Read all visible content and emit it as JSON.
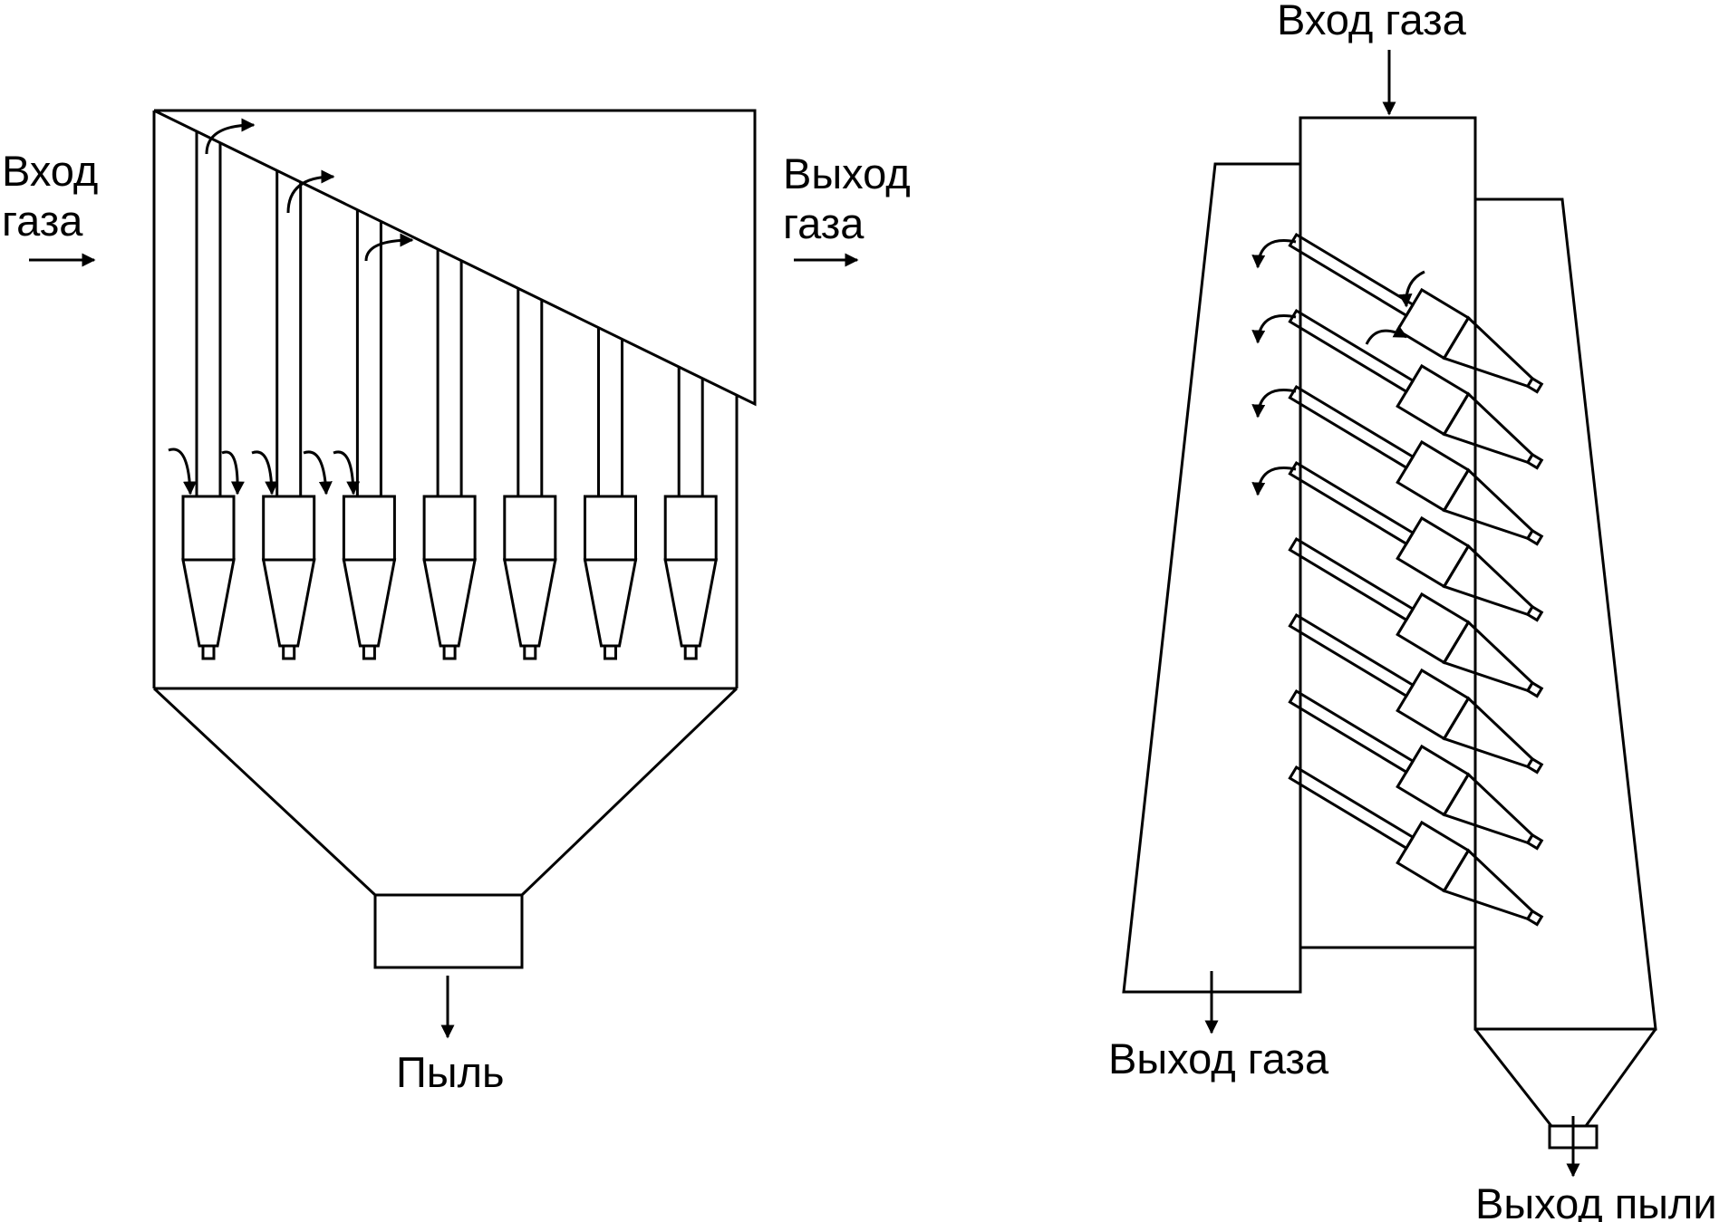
{
  "left_unit": {
    "inlet_label_line1": "Вход",
    "inlet_label_line2": "газа",
    "outlet_label_line1": "Выход",
    "outlet_label_line2": "газа",
    "dust_label": "Пыль"
  },
  "right_unit": {
    "inlet_label": "Вход газа",
    "outlet_label": "Выход газа",
    "dust_outlet_label": "Выход пыли"
  },
  "colors": {
    "stroke": "#000000",
    "background": "#ffffff"
  }
}
